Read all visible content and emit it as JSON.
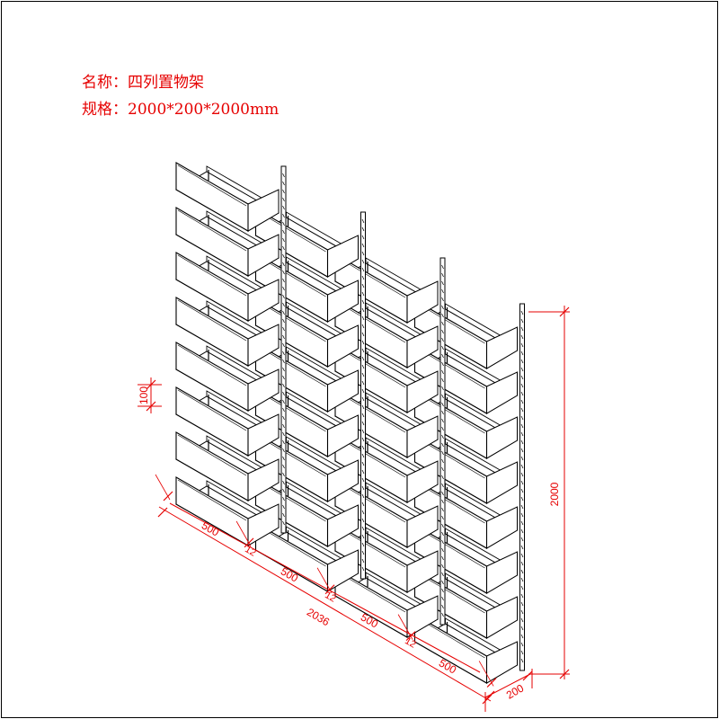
{
  "header": {
    "name_label": "名称：",
    "name_value": "四列置物架",
    "spec_label": "规格：",
    "spec_value": "2000*200*2000mm"
  },
  "dimensions": {
    "shelf_height": "100",
    "total_height": "2000",
    "depth": "200",
    "total_width": "2036",
    "column_widths": [
      "500",
      "500",
      "500",
      "500"
    ],
    "gaps": [
      "12",
      "12",
      "12"
    ]
  },
  "structure": {
    "columns": 4,
    "shelves_per_column": 8
  },
  "colors": {
    "drawing": "#000000",
    "dimension": "#e60000",
    "background": "#ffffff"
  }
}
